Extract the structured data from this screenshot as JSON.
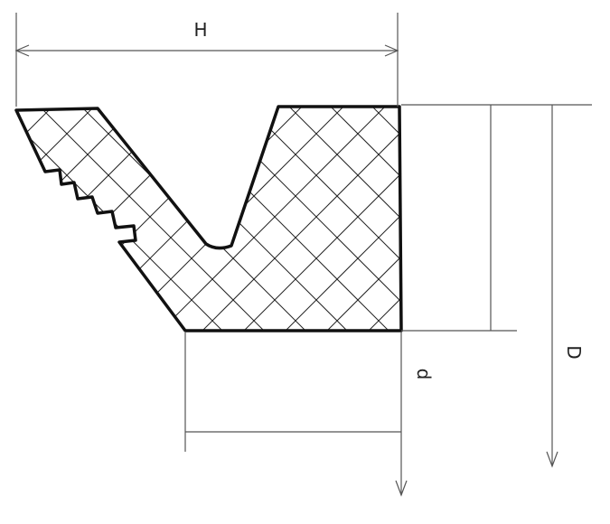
{
  "labels": {
    "height": "H",
    "inner_diameter": "d",
    "outer_diameter": "D"
  },
  "colors": {
    "outline": "#111111",
    "hatch": "#222222",
    "dimension": "#555555",
    "background": "#ffffff"
  }
}
